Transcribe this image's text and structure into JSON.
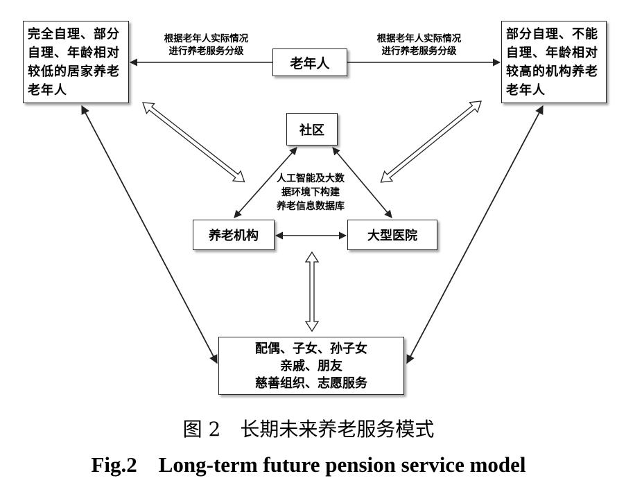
{
  "boxes": {
    "left": "完全自理、部分自理、年龄相对较低的居家养老老年人",
    "right": "部分自理、不能自理、年龄相对较高的机构养老老年人",
    "elder": "老年人",
    "community": "社区",
    "institution": "养老机构",
    "hospital": "大型医院",
    "family": [
      "配偶、子女、孙子女",
      "亲戚、朋友",
      "慈善组织、志愿服务"
    ]
  },
  "notes": {
    "left": "根据老年人实际情况\n进行养老服务分级",
    "right": "根据老年人实际情况\n进行养老服务分级",
    "center": "人工智能及大数\n据环境下构建\n养老信息数据库"
  },
  "caption": {
    "cn": "图 2　长期未来养老服务模式",
    "en": "Fig.2　Long-term future pension service model"
  }
}
